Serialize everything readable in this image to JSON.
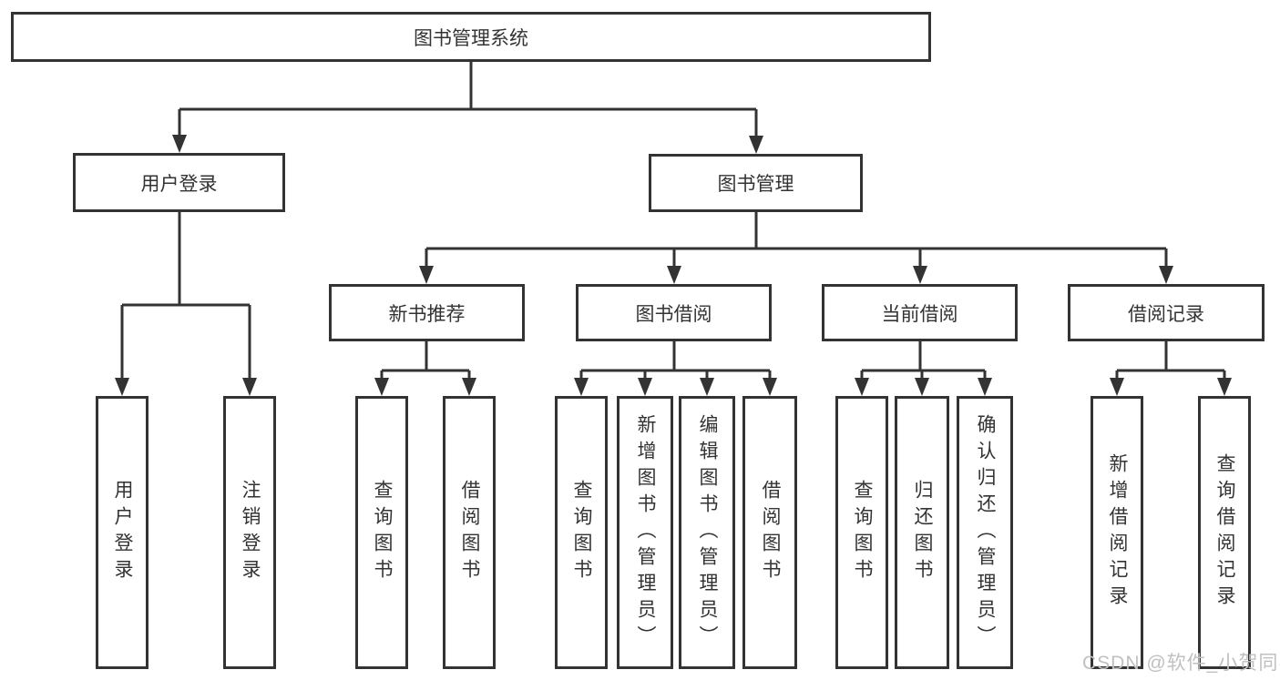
{
  "colors": {
    "background": "#ffffff",
    "box_background": "#ffffff",
    "line": "#333333",
    "text": "#333333",
    "watermark": "#c0c0c0"
  },
  "watermark": "CSDN @软件_小贺同学",
  "tree": {
    "root": {
      "label": "图书管理系统",
      "children": [
        {
          "label": "用户登录",
          "children": [
            {
              "label": "用户登录"
            },
            {
              "label": "注销登录"
            }
          ]
        },
        {
          "label": "图书管理",
          "children": [
            {
              "label": "新书推荐",
              "children": [
                {
                  "label": "查询图书"
                },
                {
                  "label": "借阅图书"
                }
              ]
            },
            {
              "label": "图书借阅",
              "children": [
                {
                  "label": "查询图书"
                },
                {
                  "label": "新增图书（管理员）"
                },
                {
                  "label": "编辑图书（管理员）"
                },
                {
                  "label": "借阅图书"
                }
              ]
            },
            {
              "label": "当前借阅",
              "children": [
                {
                  "label": "查询图书"
                },
                {
                  "label": "归还图书"
                },
                {
                  "label": "确认归还（管理员）"
                }
              ]
            },
            {
              "label": "借阅记录",
              "children": [
                {
                  "label": "新增借阅记录"
                },
                {
                  "label": "查询借阅记录"
                }
              ]
            }
          ]
        }
      ]
    }
  }
}
